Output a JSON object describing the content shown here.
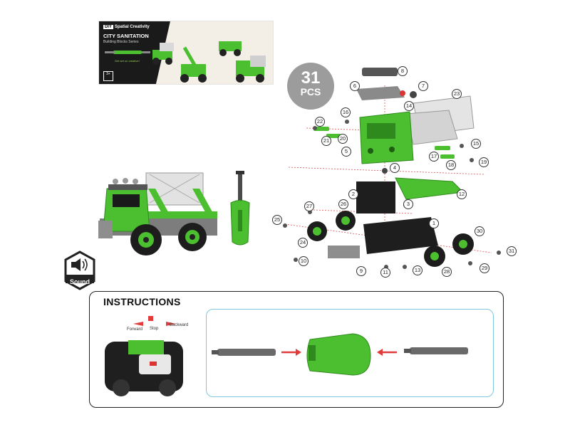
{
  "box": {
    "brand_mark": "DIY",
    "brand": "Spatial Creativity",
    "title": "CITY SANITATION",
    "series": "Building Blocks Series",
    "slogan": "Get set on creative!",
    "age": "3+"
  },
  "pieces": {
    "count": "31",
    "unit": "PCS"
  },
  "sound": {
    "label": "Sound"
  },
  "parts": [
    "1",
    "2",
    "3",
    "4",
    "5",
    "6",
    "7",
    "8",
    "9",
    "10",
    "11",
    "12",
    "13",
    "14",
    "15",
    "16",
    "17",
    "18",
    "19",
    "20",
    "21",
    "22",
    "23",
    "24",
    "25",
    "26",
    "27",
    "28",
    "29",
    "30",
    "31"
  ],
  "instructions": {
    "title": "INSTRUCTIONS",
    "forward": "Forward",
    "stop": "Stop",
    "backward": "Backward"
  },
  "colors": {
    "green": "#4bbf2f",
    "dark_green": "#2e8a1c",
    "black": "#222222",
    "gray": "#9c9c9c",
    "panel_border": "#7fc8e0"
  }
}
